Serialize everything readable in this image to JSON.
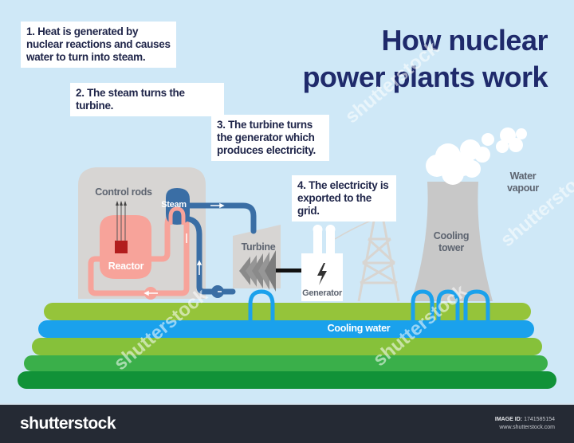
{
  "title": {
    "line1": "How nuclear",
    "line2": "power plants work"
  },
  "steps": [
    {
      "text": "1. Heat is generated by nuclear reactions and causes water to turn into steam."
    },
    {
      "text": "2. The steam turns the turbine."
    },
    {
      "text": "3. The turbine turns the generator which produces electricity."
    },
    {
      "text": "4. The electricity is exported to the grid."
    }
  ],
  "labels": {
    "control_rods": "Control rods",
    "steam": "Steam",
    "reactor": "Reactor",
    "turbine": "Turbine",
    "generator": "Generator",
    "cooling_tower_line1": "Cooling",
    "cooling_tower_line2": "tower",
    "water_vapour_line1": "Water",
    "water_vapour_line2": "vapour",
    "cooling_water": "Cooling water"
  },
  "icons": {
    "generator": "lightning-bolt-icon",
    "reactor": "reactor-core-icon"
  },
  "colors": {
    "background": "#cfe8f7",
    "title": "#1f2a6b",
    "reactor_pink": "#f7a39a",
    "reactor_core": "#b21d1d",
    "steam_blue": "#3a6ea5",
    "cooling_blue": "#1aa1ec",
    "containment_gray": "#d7d5d3",
    "ground_light_green": "#95c43a",
    "ground_mid_green": "#5fb94a",
    "ground_green": "#3aa84a",
    "ground_dark_green": "#119238"
  },
  "watermark": {
    "text": "shutterstock"
  },
  "footer": {
    "logo": "shutterstock",
    "image_id_label": "IMAGE ID:",
    "image_id": "1741585154",
    "url": "www.shutterstock.com"
  }
}
